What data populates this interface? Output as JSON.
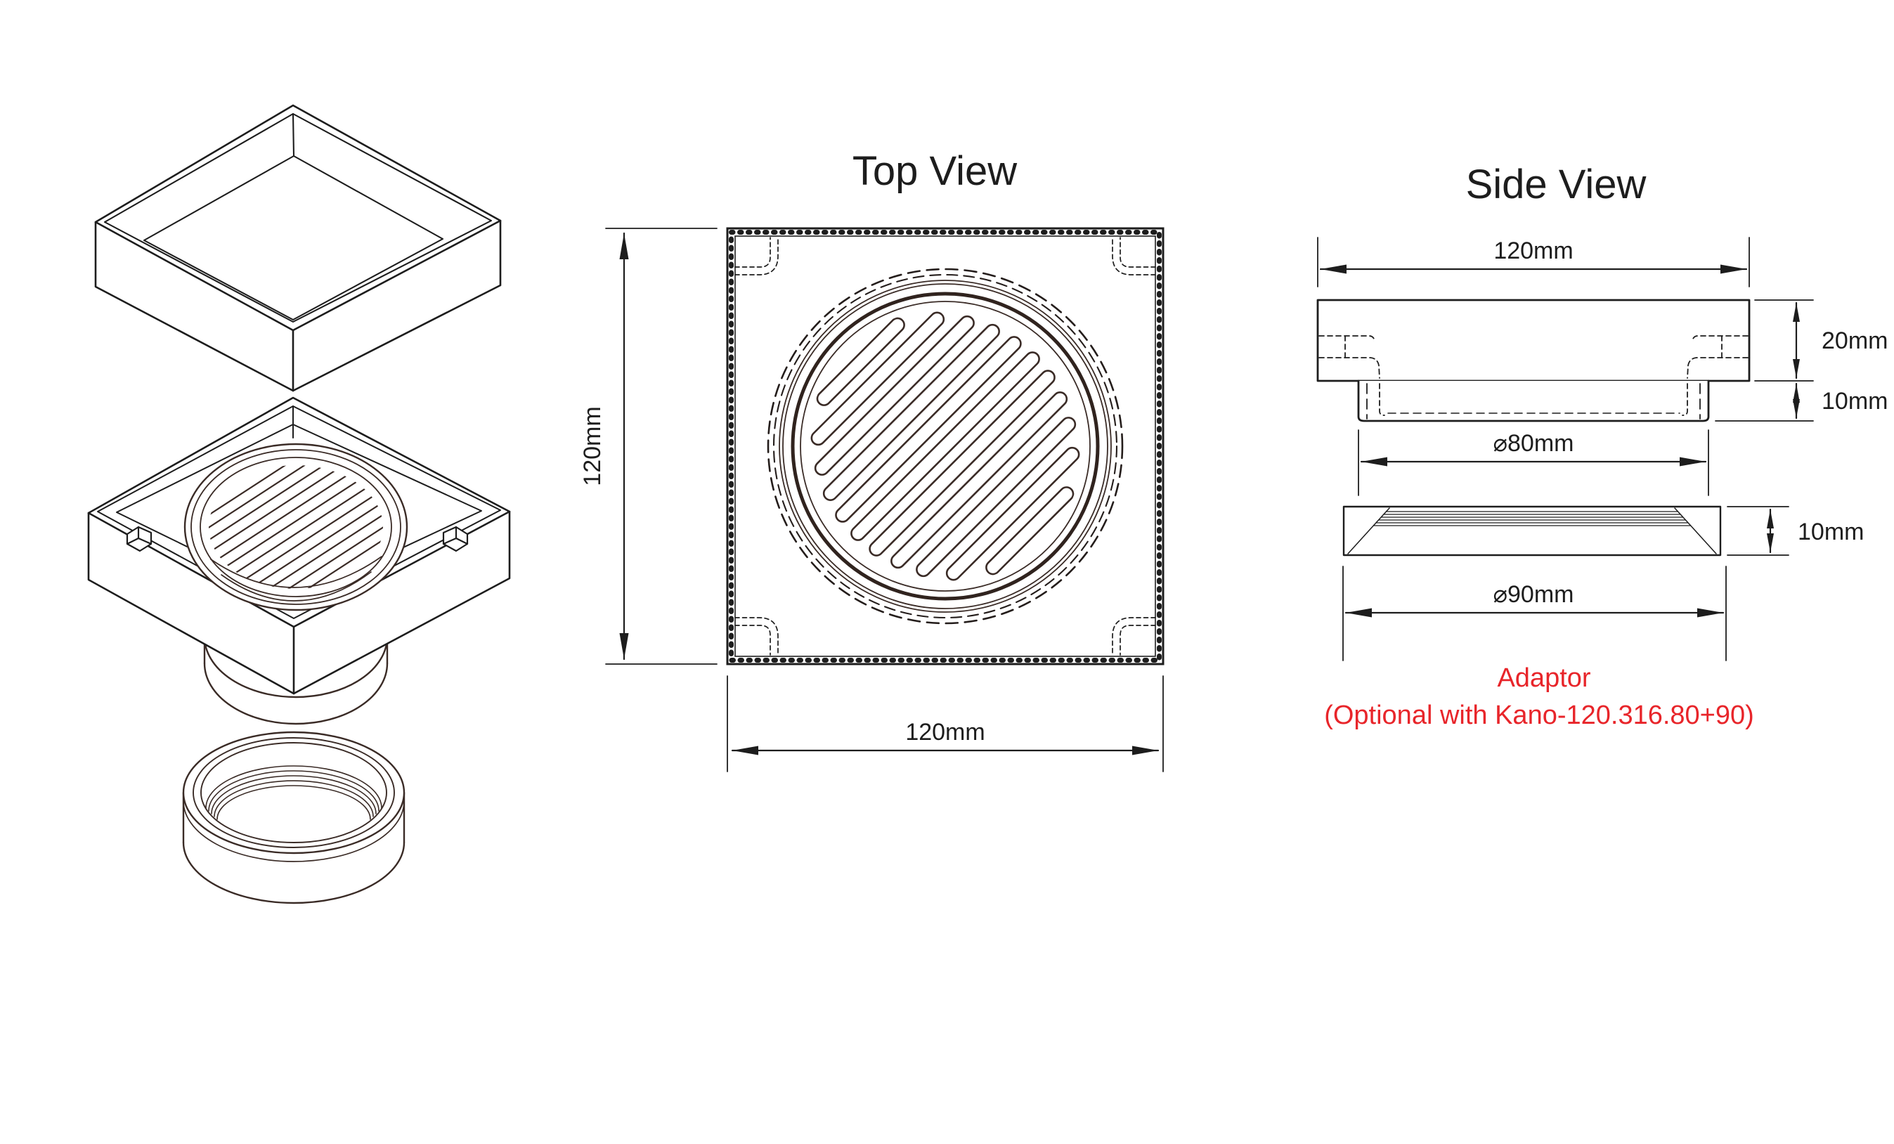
{
  "document": {
    "type": "technical-drawing",
    "product": "square floor drain drawing"
  },
  "colors": {
    "line": "#1d1d1d",
    "drawing_brown": "#3a2b26",
    "accent_red": "#e8252a",
    "background": "#ffffff"
  },
  "top_view": {
    "title": "Top View",
    "dim_vertical": "120mm",
    "dim_horizontal": "120mm"
  },
  "side_view": {
    "title": "Side View",
    "dim_width": "120mm",
    "dim_body_height": "20mm",
    "dim_flange_height": "10mm",
    "dim_flange_diameter": "⌀80mm",
    "dim_adaptor_height": "10mm",
    "dim_adaptor_diameter": "⌀90mm",
    "adaptor_note": {
      "line1": "Adaptor",
      "line2": "(Optional with Kano-120.316.80+90)"
    }
  }
}
